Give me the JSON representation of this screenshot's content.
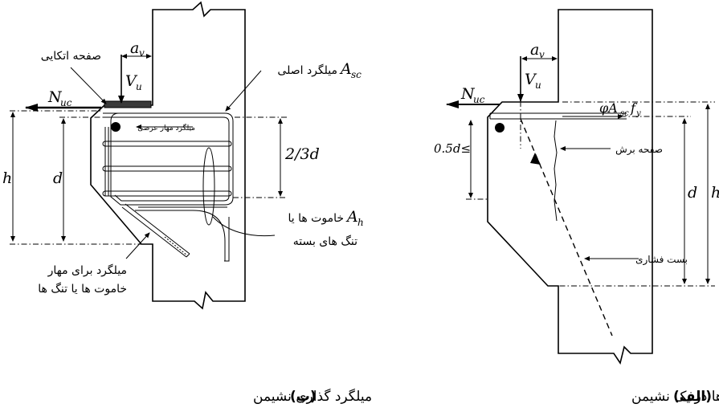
{
  "left_figure": {
    "caption_tag": "(ب)",
    "caption_text": "میلگرد گذاری  نشیمن",
    "labels": {
      "bearing_plate": "صفحه اتکایی",
      "main_bar": "میلگرد اصلی",
      "main_bar_symbol": "A",
      "main_bar_symbol_sub": "sc",
      "transverse_anchor": "میلگرد مهار عرضی",
      "stirrups_line1": "خاموت ها یا",
      "stirrups_line2": "تنگ های بسته",
      "stirrup_symbol": "A",
      "stirrup_symbol_sub": "h",
      "anchor_bar_line1": "میلگرد برای مهار",
      "anchor_bar_line2": "خاموت ها یا تنگ ها",
      "av": "a",
      "av_sub": "v",
      "vu": "V",
      "vu_sub": "u",
      "nuc": "N",
      "nuc_sub": "uc",
      "h": "h",
      "d": "d",
      "two_thirds_d": "2/3d"
    }
  },
  "right_figure": {
    "caption_tag": "(الف)",
    "caption_text": "انواع تلاش‌ها در یک نشیمن",
    "labels": {
      "shear_plane": "صفحه برش",
      "strut": "بست فشاری",
      "force": "φA",
      "force_sub": "sc",
      "force_tail": "f",
      "force_tail_sub": "y",
      "half_d": "0.5d≤",
      "av": "a",
      "av_sub": "v",
      "vu": "V",
      "vu_sub": "u",
      "nuc": "N",
      "nuc_sub": "uc",
      "h": "h",
      "d": "d"
    }
  }
}
